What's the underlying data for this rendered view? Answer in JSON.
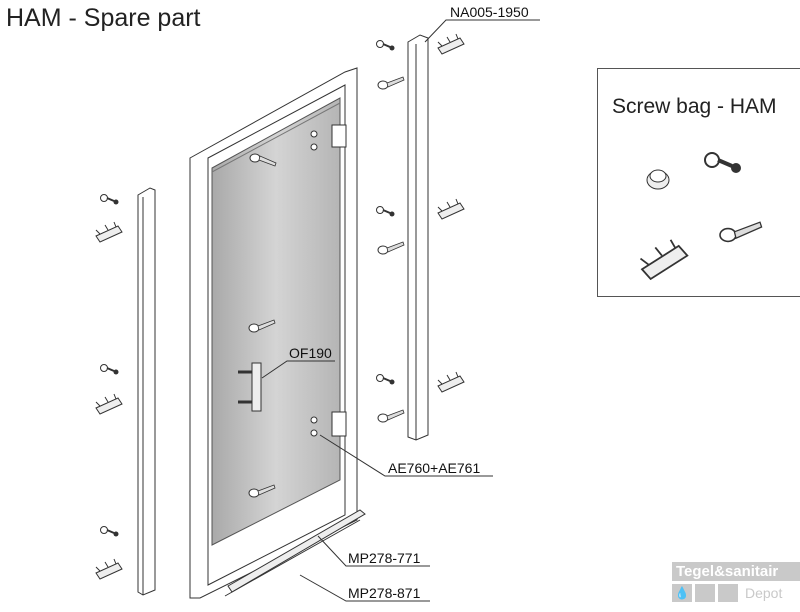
{
  "title": "HAM - Spare part",
  "parts": {
    "wall_profile": "NA005-1950",
    "handle": "OF190",
    "hinges": "AE760+AE761",
    "bottom_seal_1": "MP278-771",
    "bottom_seal_2": "MP278-871"
  },
  "screw_bag": {
    "title": "Screw bag - HAM"
  },
  "logo": {
    "line1": "Tegel&sanitair",
    "line2": "Depot"
  }
}
